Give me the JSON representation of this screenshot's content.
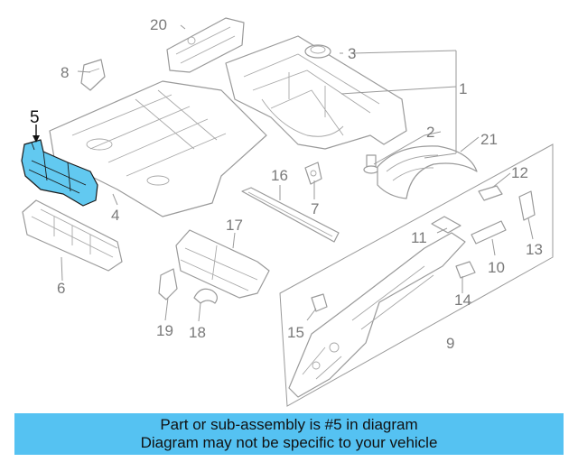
{
  "callouts": {
    "p1": "1",
    "p2": "2",
    "p3": "3",
    "p4": "4",
    "p5": "5",
    "p6": "6",
    "p7": "7",
    "p8": "8",
    "p9": "9",
    "p10": "10",
    "p11": "11",
    "p12": "12",
    "p13": "13",
    "p14": "14",
    "p15": "15",
    "p16": "16",
    "p17": "17",
    "p18": "18",
    "p19": "19",
    "p20": "20",
    "p21": "21"
  },
  "highlighted_part": "5",
  "colors": {
    "highlight_fill": "#62c9f0",
    "banner_background": "#55c2f2",
    "line_art": "#9a9a9a"
  },
  "banner": {
    "line1": "Part or sub-assembly is #5 in diagram",
    "line2": "Diagram may not be specific to your vehicle"
  }
}
